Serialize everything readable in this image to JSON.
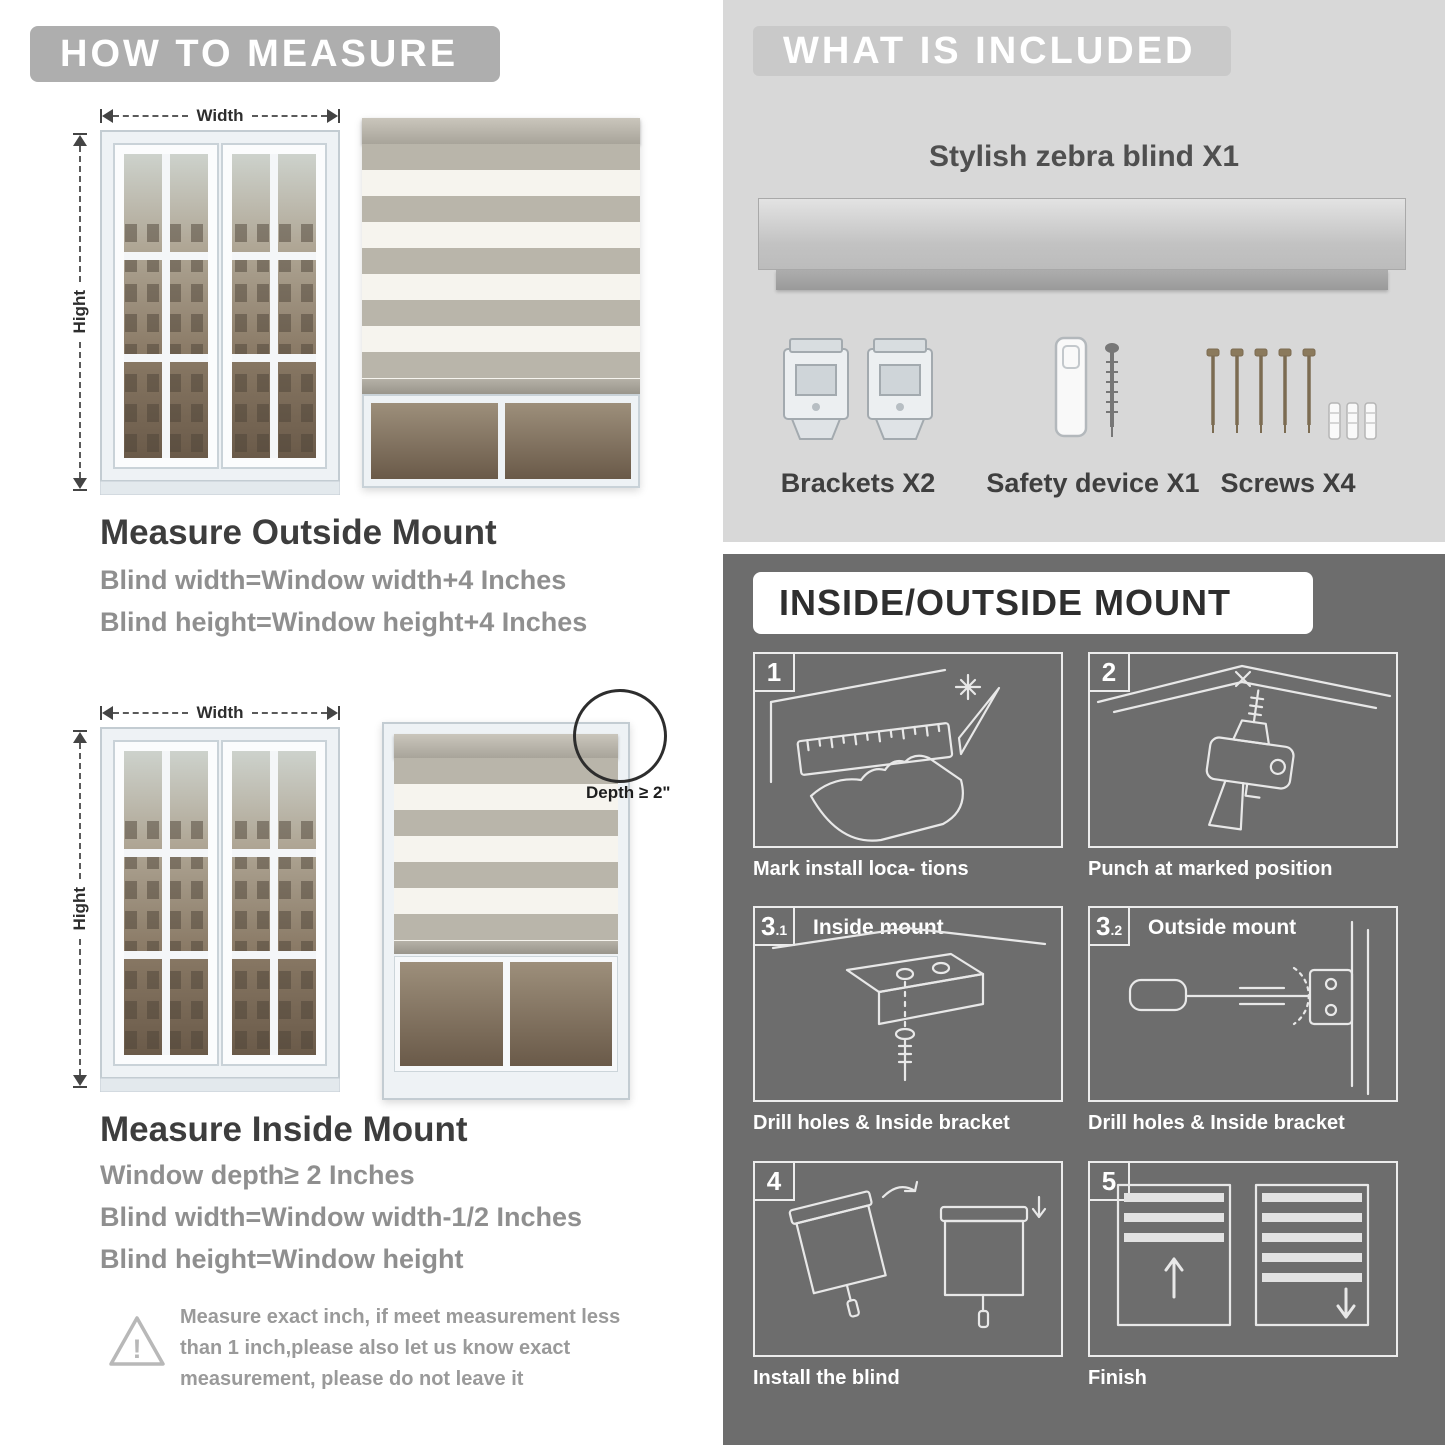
{
  "colors": {
    "left_banner": "#aeaeae",
    "light_section_bg": "#d8d8d8",
    "dark_section_bg": "#6d6d6d",
    "heading_text": "#3d3d3d",
    "body_text": "#8f8f8f",
    "stripe_gray": "#b9b5aa",
    "stripe_sheer": "#f6f4ee"
  },
  "left": {
    "header": "HOW TO MEASURE",
    "fig1": {
      "width_label": "Width",
      "height_label": "Hight"
    },
    "outside": {
      "title": "Measure Outside Mount",
      "line1": "Blind width=Window width+4 Inches",
      "line2": "Blind height=Window height+4 Inches"
    },
    "fig2": {
      "width_label": "Width",
      "height_label": "Hight",
      "depth": "Depth ≥ 2\""
    },
    "inside": {
      "title": "Measure Inside Mount",
      "line1": "Window depth≥ 2 Inches",
      "line2": "Blind width=Window width-1/2 Inches",
      "line3": "Blind height=Window height"
    },
    "note": {
      "mark": "!",
      "text": "Measure exact inch, if meet measurement less than 1 inch,please also let us know exact measurement, please do not leave it"
    }
  },
  "right": {
    "included": {
      "header": "WHAT IS INCLUDED",
      "blind_label": "Stylish zebra blind X1",
      "items": [
        {
          "label": "Brackets X2"
        },
        {
          "label": "Safety device X1"
        },
        {
          "label": "Screws X4"
        }
      ]
    },
    "mount": {
      "header": "INSIDE/OUTSIDE MOUNT",
      "steps": [
        {
          "num": "1",
          "sub": "",
          "title": "",
          "caption": "Mark install loca- tions"
        },
        {
          "num": "2",
          "sub": "",
          "title": "",
          "caption": "Punch at  marked position"
        },
        {
          "num": "3",
          "sub": ".1",
          "title": "Inside mount",
          "caption": "Drill holes &  Inside bracket"
        },
        {
          "num": "3",
          "sub": ".2",
          "title": "Outside mount",
          "caption": "Drill holes &  Inside bracket"
        },
        {
          "num": "4",
          "sub": "",
          "title": "",
          "caption": "Install the blind"
        },
        {
          "num": "5",
          "sub": "",
          "title": "",
          "caption": "Finish"
        }
      ]
    }
  }
}
